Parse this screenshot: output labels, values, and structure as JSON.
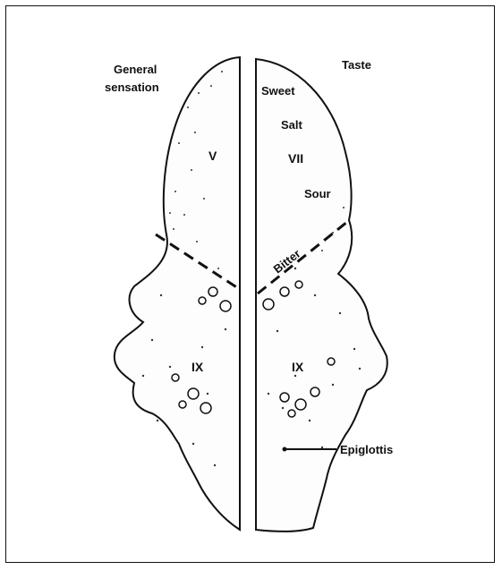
{
  "labels": {
    "general_sensation_line1": "General",
    "general_sensation_line2": "sensation",
    "taste": "Taste",
    "nerve_v": "V",
    "nerve_ix_left": "IX",
    "nerve_ix_right": "IX",
    "nerve_vii": "VII",
    "sweet": "Sweet",
    "salt": "Salt",
    "sour": "Sour",
    "bitter": "Bitter",
    "epiglottis": "Epiglottis"
  }
}
